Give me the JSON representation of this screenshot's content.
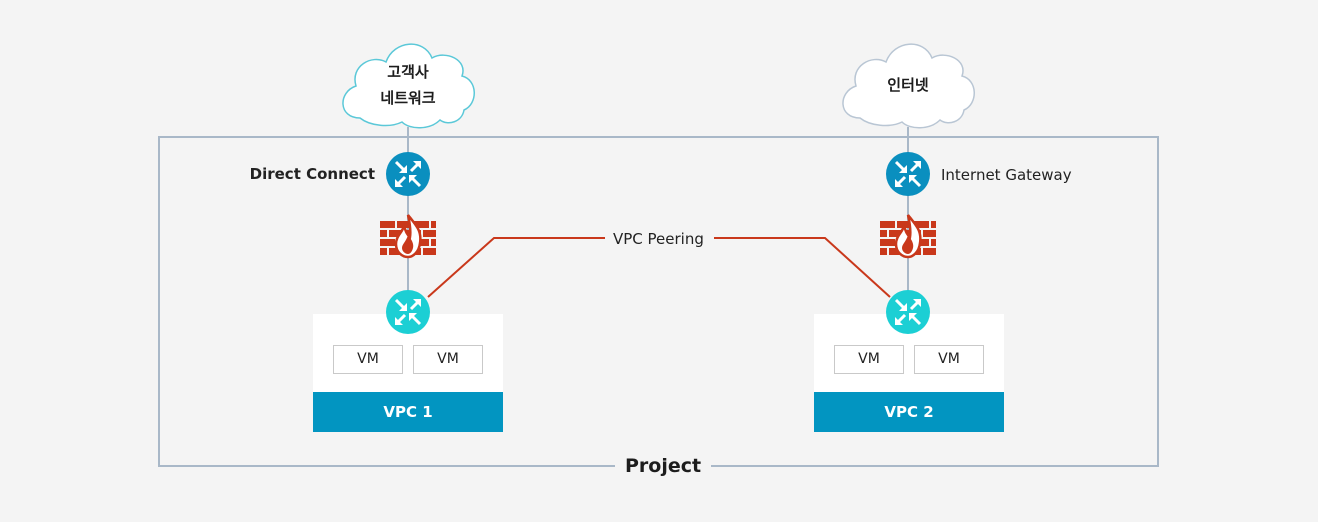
{
  "clouds": {
    "customer": {
      "line1": "고객사",
      "line2": "네트워크",
      "stroke": "#5bc8d8"
    },
    "internet": {
      "label": "인터넷",
      "stroke": "#b9c6d4"
    }
  },
  "left": {
    "gateway_label": "Direct Connect",
    "vpc": {
      "title": "VPC 1",
      "vms": [
        "VM",
        "VM"
      ]
    }
  },
  "right": {
    "gateway_label": "Internet Gateway",
    "vpc": {
      "title": "VPC 2",
      "vms": [
        "VM",
        "VM"
      ]
    }
  },
  "peering_label": "VPC Peering",
  "project_label": "Project",
  "colors": {
    "gateway_router": "#0a8fbf",
    "vpc_router": "#1ccfd4",
    "firewall": "#c9381b",
    "peering_line": "#c9381b",
    "project_border": "#a9b8c8",
    "vpc_bar": "#0295c1"
  }
}
